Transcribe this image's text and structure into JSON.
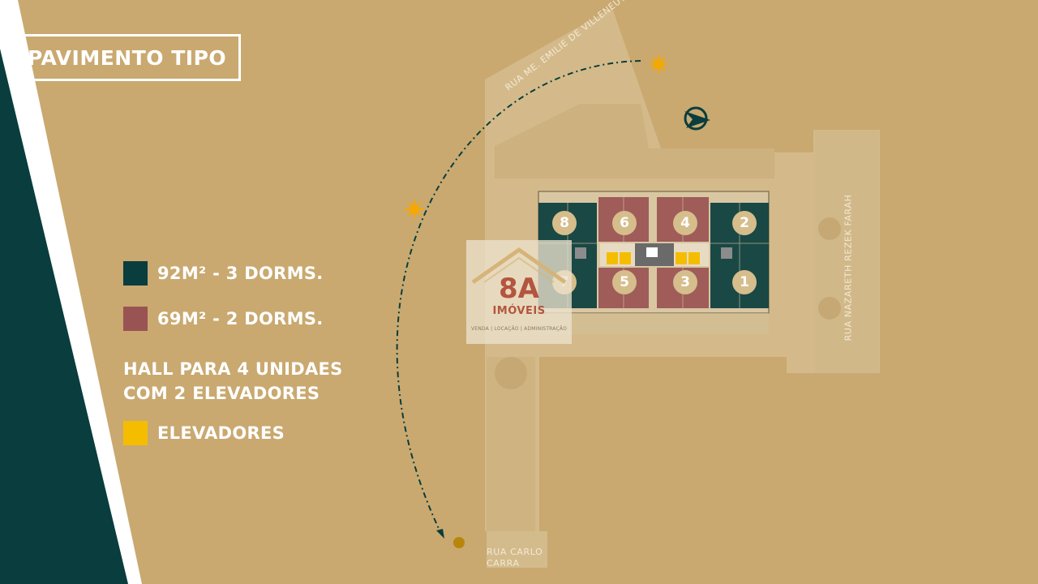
{
  "title": "PAVIMENTO TIPO",
  "legend": {
    "items": [
      {
        "label": "92M² - 3 DORMS.",
        "color": "#0a3d3d"
      },
      {
        "label": "69M² - 2 DORMS.",
        "color": "#9a5353"
      }
    ],
    "hall_line1": "HALL PARA 4 UNIDAES",
    "hall_line2": "COM 2  ELEVADORES",
    "elevators": {
      "label": "ELEVADORES",
      "color": "#f5bd00"
    }
  },
  "streets": {
    "north": "RUA ME. EMILIE DE VILLENEUVE",
    "east": "RUA NAZARETH  REZEK FARAH",
    "south": "RUA CARLO CARRA"
  },
  "units": [
    "8",
    "6",
    "4",
    "2",
    "7",
    "5",
    "3",
    "1"
  ],
  "logo": {
    "brand": "8A",
    "name": "IMÓVEIS",
    "tagline": "VENDA | LOCAÇÃO | ADMINISTRAÇÃO"
  },
  "icons": [
    "sun-icon",
    "compass-icon"
  ],
  "colors": {
    "background": "#c9a970",
    "side_band": "#0a3d3d",
    "three_dorm": "#0a3d3d",
    "two_dorm": "#9a5353",
    "elevator": "#f5bd00",
    "sun": "#f5a800"
  }
}
